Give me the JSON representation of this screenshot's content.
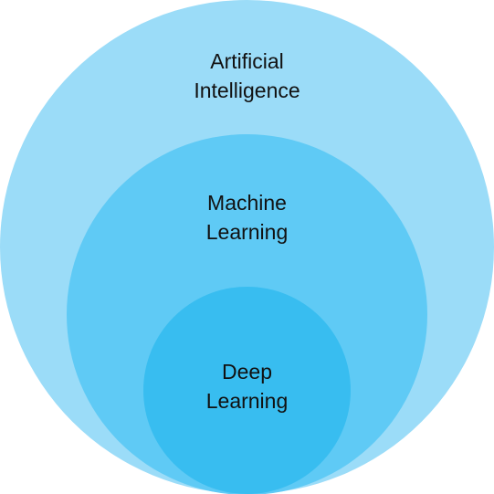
{
  "diagram": {
    "type": "nested-venn",
    "colors": {
      "outer": "#9bdcf8",
      "middle": "#5fcaf5",
      "inner": "#38bdf0",
      "text": "#111111",
      "background": "#ffffff"
    },
    "levels": [
      {
        "line1": "Artificial",
        "line2": "Intelligence"
      },
      {
        "line1": "Machine",
        "line2": "Learning"
      },
      {
        "line1": "Deep",
        "line2": "Learning"
      }
    ]
  }
}
